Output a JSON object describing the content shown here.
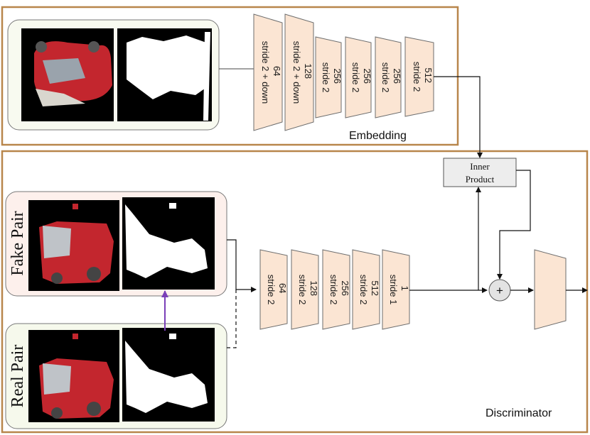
{
  "embedding": {
    "label": "Embedding",
    "layers": [
      {
        "filters": "64",
        "op": "stride 2 + down"
      },
      {
        "filters": "128",
        "op": "stride 2 + down"
      },
      {
        "filters": "256",
        "op": "stride 2"
      },
      {
        "filters": "256",
        "op": "stride 2"
      },
      {
        "filters": "256",
        "op": "stride 2"
      },
      {
        "filters": "512",
        "op": "stride 2"
      }
    ]
  },
  "discriminator": {
    "label": "Discriminator",
    "layers": [
      {
        "filters": "64",
        "op": "stride 2"
      },
      {
        "filters": "128",
        "op": "stride 2"
      },
      {
        "filters": "256",
        "op": "stride 2"
      },
      {
        "filters": "512",
        "op": "stride 2"
      },
      {
        "filters": "1",
        "op": "stride 1"
      }
    ]
  },
  "inner_product": {
    "line1": "Inner",
    "line2": "Product"
  },
  "plus_symbol": "+",
  "fake_pair_label": "Fake Pair",
  "real_pair_label": "Real Pair",
  "colors": {
    "frame": "#b8864b",
    "layer_fill": "#fbe5d3",
    "layer_stroke": "#6d6d6d",
    "arrow_purple": "#7a3fb8",
    "fake_bg": "#fdf0ec",
    "real_bg": "#f6f9ec",
    "emb_bg": "#f8faf0",
    "inner_fill": "#ededed"
  }
}
